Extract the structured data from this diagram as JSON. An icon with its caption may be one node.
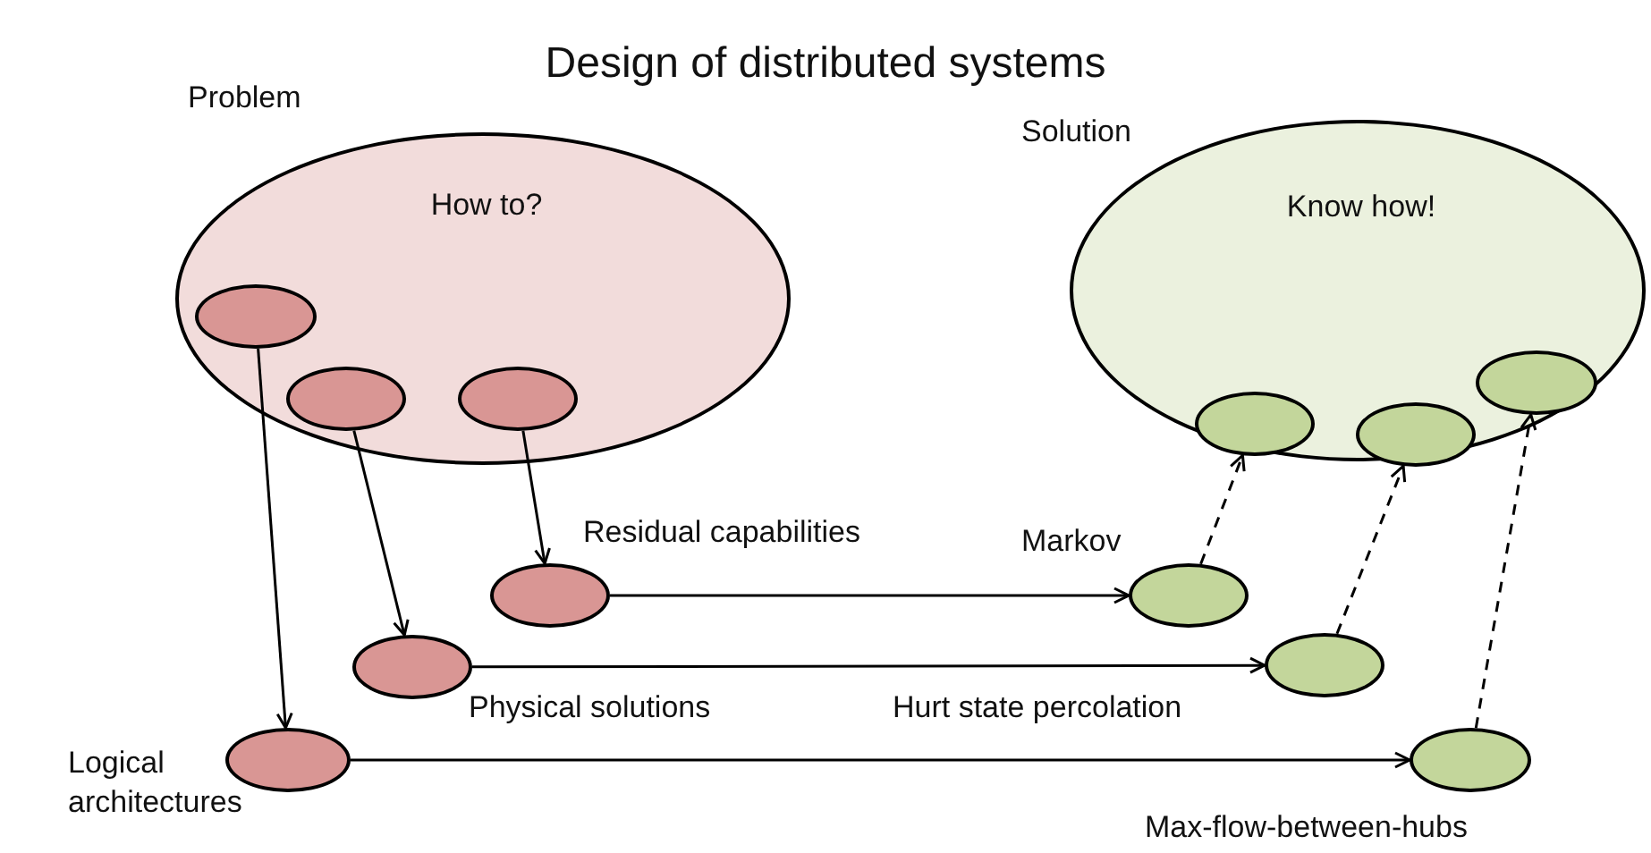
{
  "diagram": {
    "title": "Design of distributed systems",
    "nodes": [
      {
        "text": [
          "Problem",
          "How to?"
        ]
      },
      {
        "text": [],
        "shape": "circle",
        "in": 0
      },
      {
        "text": [],
        "shape": "circle",
        "in": 0
      },
      {
        "text": [],
        "shape": "circle",
        "in": 0
      },
      {
        "text": [
          "Solution",
          "Know how!"
        ]
      },
      {
        "text": [],
        "shape": "circle",
        "in": 4
      },
      {
        "text": [],
        "shape": "circle",
        "in": 4
      },
      {
        "text": [],
        "shape": "circle",
        "in": 4
      },
      {
        "text": [],
        "shape": "circle",
        "beside": [
          "Residual capabilities"
        ]
      },
      {
        "text": [],
        "shape": "circle",
        "beside": [
          "Physical solutions"
        ]
      },
      {
        "text": [],
        "shape": "circle",
        "beside": [
          "Logical architectures"
        ]
      },
      {
        "text": [],
        "shape": "circle",
        "beside": [
          "Markov"
        ]
      },
      {
        "text": [],
        "shape": "circle",
        "beside": [
          "Hurt state percolation"
        ]
      },
      {
        "text": [],
        "shape": "circle",
        "beside": [
          "Max-flow-between-hubs"
        ]
      }
    ],
    "edges": [
      {
        "from": 1,
        "to": 10,
        "arrow": "to"
      },
      {
        "from": 2,
        "to": 9,
        "arrow": "to"
      },
      {
        "from": 3,
        "to": 8,
        "arrow": "to"
      },
      {
        "from": 8,
        "to": 11,
        "arrow": "to"
      },
      {
        "from": 9,
        "to": 12,
        "arrow": "to"
      },
      {
        "from": 10,
        "to": 13,
        "arrow": "to"
      },
      {
        "from": 11,
        "to": 5,
        "arrow": "to",
        "style": "dashed"
      },
      {
        "from": 12,
        "to": 6,
        "arrow": "to",
        "style": "dashed"
      },
      {
        "from": 13,
        "to": 7,
        "arrow": "to",
        "style": "dashed"
      }
    ]
  }
}
